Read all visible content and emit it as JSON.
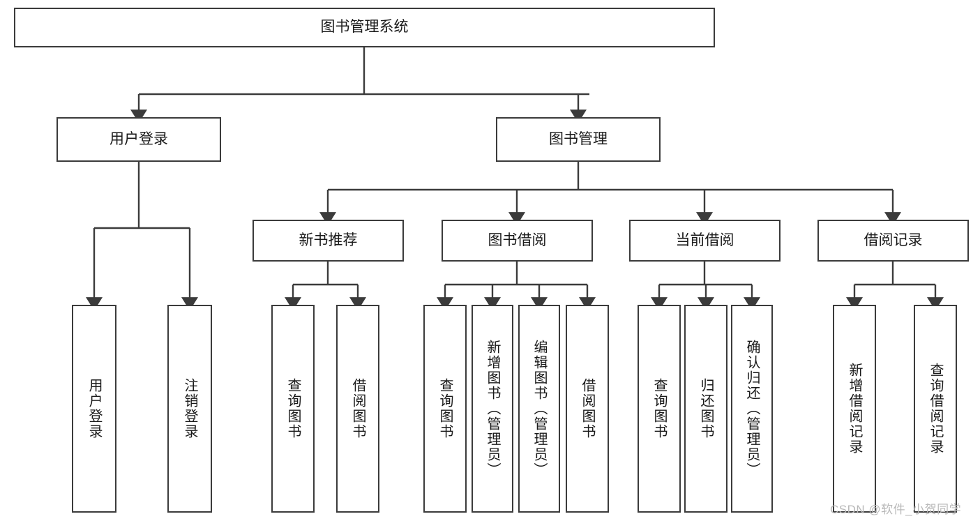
{
  "diagram": {
    "title_node": {
      "label": "图书管理系统"
    },
    "level2": [
      {
        "label": "用户登录"
      },
      {
        "label": "图书管理"
      }
    ],
    "level3": [
      {
        "label": "新书推荐"
      },
      {
        "label": "图书借阅"
      },
      {
        "label": "当前借阅"
      },
      {
        "label": "借阅记录"
      }
    ],
    "leaves": {
      "user_login": [
        {
          "label": "用户登录"
        },
        {
          "label": "注销登录"
        }
      ],
      "new_book_recommend": [
        {
          "label": "查询图书"
        },
        {
          "label": "借阅图书"
        }
      ],
      "book_borrow": [
        {
          "label": "查询图书"
        },
        {
          "label": "新增图书（管理员）"
        },
        {
          "label": "编辑图书（管理员）"
        },
        {
          "label": "借阅图书"
        }
      ],
      "current_borrow": [
        {
          "label": "查询图书"
        },
        {
          "label": "归还图书"
        },
        {
          "label": "确认归还（管理员）"
        }
      ],
      "borrow_record": [
        {
          "label": "新增借阅记录"
        },
        {
          "label": "查询借阅记录"
        }
      ]
    }
  },
  "watermark": {
    "text": "CSDN @软件_小贺同学"
  },
  "colors": {
    "stroke": "#3b3b3b",
    "fill": "#ffffff",
    "text": "#1a1a1a",
    "watermark": "#b9b9b9"
  }
}
